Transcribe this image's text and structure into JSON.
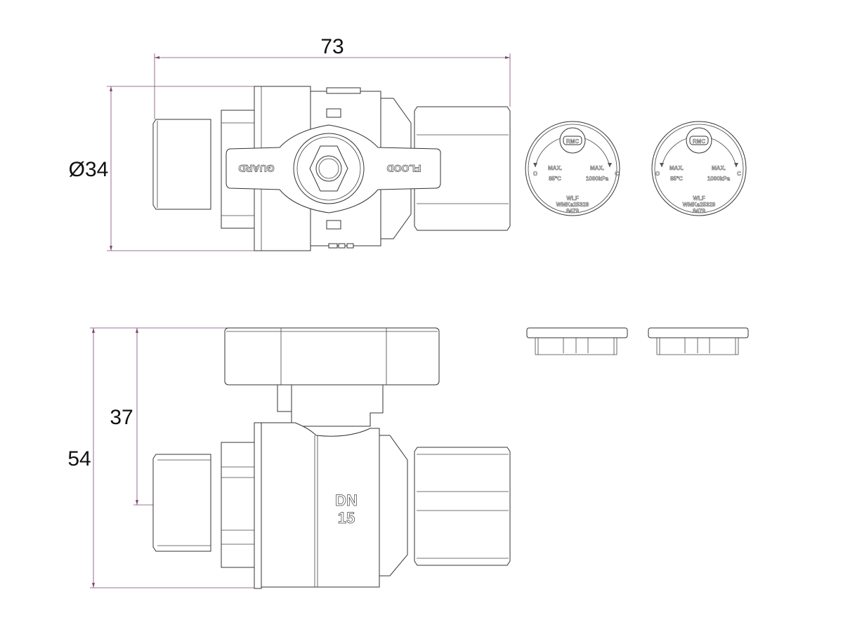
{
  "dimensions": {
    "length": "73",
    "diameter": "Ø34",
    "total_height": "54",
    "axis_height": "37"
  },
  "handle_text": {
    "left": "GUARD",
    "right": "FLOOD"
  },
  "body_marking": {
    "line1": "DN",
    "line2": "15"
  },
  "caps": [
    {
      "logo": "RMC",
      "open": "O",
      "close": "C",
      "temp_label": "MAX.",
      "temp_value": "85°C",
      "pressure_label": "MAX.",
      "pressure_value": "1000kPa",
      "brand": "WLF",
      "licence": "WMKa25329",
      "code": "8479"
    },
    {
      "logo": "RMC",
      "open": "O",
      "close": "C",
      "temp_label": "MAX.",
      "temp_value": "85°C",
      "pressure_label": "MAX.",
      "pressure_value": "1000kPa",
      "brand": "WLF",
      "licence": "WMKa25329",
      "code": "8479"
    }
  ],
  "colors": {
    "dimension_line": "#7a4a72",
    "outline": "#333333"
  }
}
